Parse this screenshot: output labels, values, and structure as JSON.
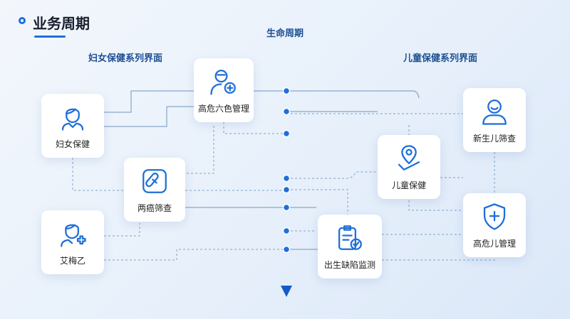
{
  "page": {
    "title": "业务周期"
  },
  "timeline": {
    "label": "生命周期"
  },
  "left_section": {
    "heading": "妇女保健系列界面"
  },
  "right_section": {
    "heading": "儿童保健系列界面"
  },
  "nodes": {
    "women_health": {
      "label": "妇女保健",
      "icon": "female-user-icon"
    },
    "high_risk_six_color": {
      "label": "高危六色管理",
      "icon": "user-add-icon"
    },
    "two_cancer_screening": {
      "label": "两癌筛查",
      "icon": "pill-icon"
    },
    "hiv_syphilis_hepb": {
      "label": "艾梅乙",
      "icon": "female-health-icon"
    },
    "birth_defect_monitoring": {
      "label": "出生缺陷监测",
      "icon": "clipboard-check-icon"
    },
    "child_health": {
      "label": "儿童保健",
      "icon": "location-check-icon"
    },
    "newborn_screening": {
      "label": "新生儿筛查",
      "icon": "baby-icon"
    },
    "high_risk_child": {
      "label": "高危儿管理",
      "icon": "shield-plus-icon"
    }
  },
  "colors": {
    "accent": "#1e6fd9",
    "connector": "#6f96c0",
    "heading": "#1c4f93"
  }
}
